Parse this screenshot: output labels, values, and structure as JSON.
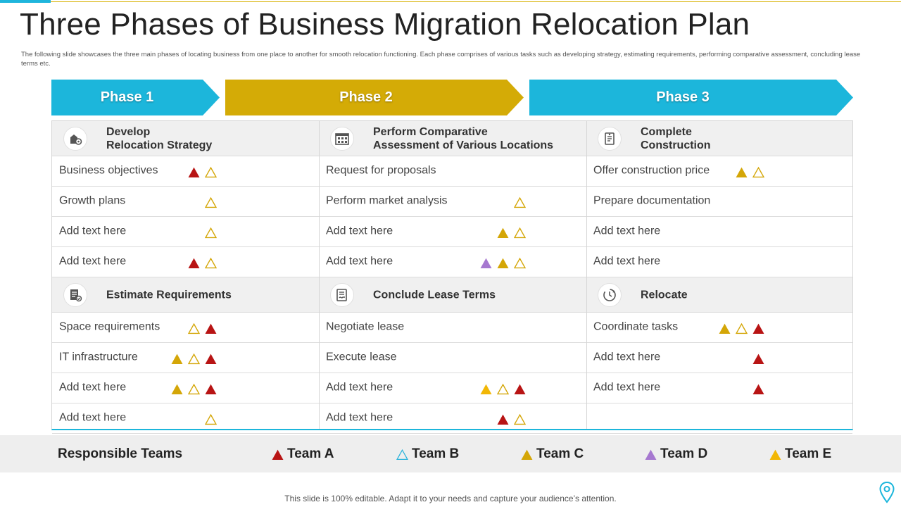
{
  "title": "Three Phases of Business Migration Relocation Plan",
  "subtitle": "The following slide showcases the three main phases of locating business from one place to another for smooth relocation functioning. Each phase comprises of various tasks such as developing strategy, estimating requirements, performing comparative assessment, concluding lease terms etc.",
  "colors": {
    "team_a": "#b81414",
    "team_b": "#2ab3db",
    "team_c": "#d4a607",
    "team_d": "#a678d0",
    "team_e": "#f2b705",
    "phase_blue": "#1cb6db",
    "phase_gold": "#d4ab06",
    "outline_triangle": "#d4a607"
  },
  "phases": [
    {
      "label": "Phase 1"
    },
    {
      "label": "Phase 2"
    },
    {
      "label": "Phase 3"
    }
  ],
  "sections": {
    "upper": [
      {
        "icon": "strategy-gear-icon",
        "title": "Develop\nRelocation Strategy",
        "rows": [
          {
            "text": "Business objectives",
            "teams": [
              "A",
              "B"
            ]
          },
          {
            "text": "Growth plans",
            "teams": [
              "B"
            ]
          },
          {
            "text": "Add text here",
            "teams": [
              "B"
            ]
          },
          {
            "text": "Add text here",
            "teams": [
              "A",
              "B"
            ]
          }
        ]
      },
      {
        "icon": "building-compare-icon",
        "title": "Perform Comparative\nAssessment  of Various Locations",
        "rows": [
          {
            "text": "Request for proposals",
            "teams": []
          },
          {
            "text": "Perform market analysis",
            "teams": [
              "B"
            ]
          },
          {
            "text": "Add text here",
            "teams": [
              "C",
              "B"
            ]
          },
          {
            "text": "Add text here",
            "teams": [
              "D",
              "C",
              "B"
            ]
          }
        ]
      },
      {
        "icon": "construction-document-icon",
        "title": "Complete\nConstruction",
        "rows": [
          {
            "text": "Offer construction price",
            "teams": [
              "C",
              "B"
            ]
          },
          {
            "text": "Prepare documentation",
            "teams": []
          },
          {
            "text": "Add text here",
            "teams": []
          },
          {
            "text": "Add text here",
            "teams": []
          }
        ]
      }
    ],
    "lower": [
      {
        "icon": "requirements-checklist-icon",
        "title": "Estimate Requirements",
        "rows": [
          {
            "text": "Space requirements",
            "teams": [
              "B",
              "A"
            ]
          },
          {
            "text": "IT infrastructure",
            "teams": [
              "C",
              "B",
              "A"
            ]
          },
          {
            "text": "Add text here",
            "teams": [
              "C",
              "B",
              "A"
            ]
          },
          {
            "text": "Add text here",
            "teams": [
              "B"
            ]
          }
        ]
      },
      {
        "icon": "lease-contract-icon",
        "title": "Conclude Lease Terms",
        "rows": [
          {
            "text": "Negotiate lease",
            "teams": []
          },
          {
            "text": "Execute lease",
            "teams": []
          },
          {
            "text": "Add text here",
            "teams": [
              "E",
              "B",
              "A"
            ]
          },
          {
            "text": "Add text here",
            "teams": [
              "A",
              "B"
            ]
          }
        ]
      },
      {
        "icon": "relocate-cycle-icon",
        "title": "Relocate",
        "rows": [
          {
            "text": "Coordinate tasks",
            "teams": [
              "C",
              "B",
              "A"
            ]
          },
          {
            "text": "Add text here",
            "teams": [
              "A"
            ]
          },
          {
            "text": "Add text here",
            "teams": [
              "A"
            ]
          },
          {
            "text": "",
            "teams": []
          }
        ]
      }
    ]
  },
  "legend": {
    "label": "Responsible Teams",
    "teams": [
      {
        "key": "A",
        "name": "Team A"
      },
      {
        "key": "B",
        "name": "Team B"
      },
      {
        "key": "C",
        "name": "Team C"
      },
      {
        "key": "D",
        "name": "Team D"
      },
      {
        "key": "E",
        "name": "Team E"
      }
    ]
  },
  "footer_note": "This slide is 100% editable. Adapt it to your needs and capture your audience’s attention."
}
